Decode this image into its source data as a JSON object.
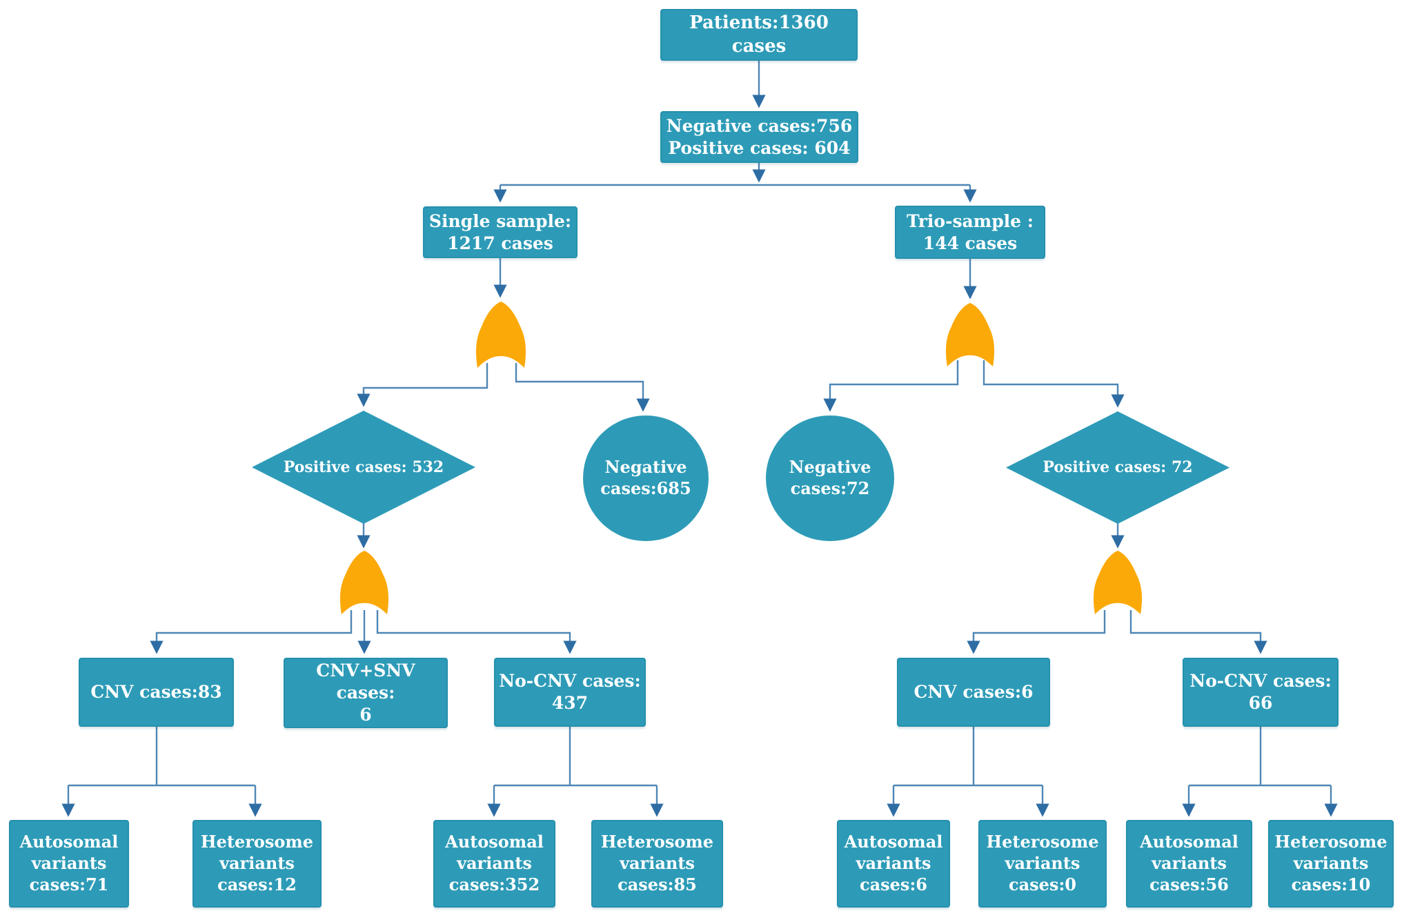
{
  "figure": {
    "type": "flowchart",
    "description": "Patient case triage flowchart splitting cases by sample type, test result, CNV status and variant chromosome type"
  },
  "colors": {
    "node_fill": "#2d9bb7",
    "node_border": "#2590ad",
    "gate_fill": "#fba908",
    "connector": "#4e86b5",
    "arrowhead": "#2e6da4",
    "text_color": "#ffffff"
  },
  "nodes": {
    "patients": {
      "shape": "rect",
      "text": "Patients:1360 cases"
    },
    "triage": {
      "shape": "rect",
      "text": "Negative cases:756\nPositive cases: 604"
    },
    "single_sample": {
      "shape": "rect",
      "text": "Single sample:\n1217 cases"
    },
    "trio_sample": {
      "shape": "rect",
      "text": "Trio-sample :\n144 cases"
    },
    "single_positive": {
      "shape": "diamond",
      "text": "Positive cases: 532"
    },
    "single_negative": {
      "shape": "circle",
      "text": "Negative\ncases:685"
    },
    "trio_negative": {
      "shape": "circle",
      "text": "Negative\ncases:72"
    },
    "trio_positive": {
      "shape": "diamond",
      "text": "Positive cases: 72"
    },
    "single_cnv": {
      "shape": "rect",
      "text": "CNV cases:83"
    },
    "single_cnv_snv": {
      "shape": "rect",
      "text": "CNV+SNV cases:\n6"
    },
    "single_no_cnv": {
      "shape": "rect",
      "text": "No-CNV cases:\n437"
    },
    "trio_cnv": {
      "shape": "rect",
      "text": "CNV cases:6"
    },
    "trio_no_cnv": {
      "shape": "rect",
      "text": "No-CNV cases:\n66"
    },
    "single_cnv_autosomal": {
      "shape": "rect",
      "text": "Autosomal\nvariants\ncases:71"
    },
    "single_cnv_heterosome": {
      "shape": "rect",
      "text": "Heterosome\nvariants\ncases:12"
    },
    "single_nocnv_autosomal": {
      "shape": "rect",
      "text": "Autosomal\nvariants\ncases:352"
    },
    "single_nocnv_heterosome": {
      "shape": "rect",
      "text": "Heterosome\nvariants\ncases:85"
    },
    "trio_cnv_autosomal": {
      "shape": "rect",
      "text": "Autosomal\nvariants\ncases:6"
    },
    "trio_cnv_heterosome": {
      "shape": "rect",
      "text": "Heterosome\nvariants\ncases:0"
    },
    "trio_nocnv_autosomal": {
      "shape": "rect",
      "text": "Autosomal\nvariants\ncases:56"
    },
    "trio_nocnv_heterosome": {
      "shape": "rect",
      "text": "Heterosome\nvariants\ncases:10"
    }
  },
  "edges": [
    {
      "from": "patients",
      "to": "triage"
    },
    {
      "from": "triage",
      "to": "single_sample"
    },
    {
      "from": "triage",
      "to": "trio_sample"
    },
    {
      "from": "single_sample",
      "to": "gate_single"
    },
    {
      "from": "gate_single",
      "to": "single_positive"
    },
    {
      "from": "gate_single",
      "to": "single_negative"
    },
    {
      "from": "trio_sample",
      "to": "gate_trio"
    },
    {
      "from": "gate_trio",
      "to": "trio_negative"
    },
    {
      "from": "gate_trio",
      "to": "trio_positive"
    },
    {
      "from": "single_positive",
      "to": "gate_single_positive"
    },
    {
      "from": "gate_single_positive",
      "to": "single_cnv"
    },
    {
      "from": "gate_single_positive",
      "to": "single_cnv_snv"
    },
    {
      "from": "gate_single_positive",
      "to": "single_no_cnv"
    },
    {
      "from": "trio_positive",
      "to": "gate_trio_positive"
    },
    {
      "from": "gate_trio_positive",
      "to": "trio_cnv"
    },
    {
      "from": "gate_trio_positive",
      "to": "trio_no_cnv"
    },
    {
      "from": "single_cnv",
      "to": "single_cnv_autosomal"
    },
    {
      "from": "single_cnv",
      "to": "single_cnv_heterosome"
    },
    {
      "from": "single_no_cnv",
      "to": "single_nocnv_autosomal"
    },
    {
      "from": "single_no_cnv",
      "to": "single_nocnv_heterosome"
    },
    {
      "from": "trio_cnv",
      "to": "trio_cnv_autosomal"
    },
    {
      "from": "trio_cnv",
      "to": "trio_cnv_heterosome"
    },
    {
      "from": "trio_no_cnv",
      "to": "trio_nocnv_autosomal"
    },
    {
      "from": "trio_no_cnv",
      "to": "trio_nocnv_heterosome"
    }
  ]
}
